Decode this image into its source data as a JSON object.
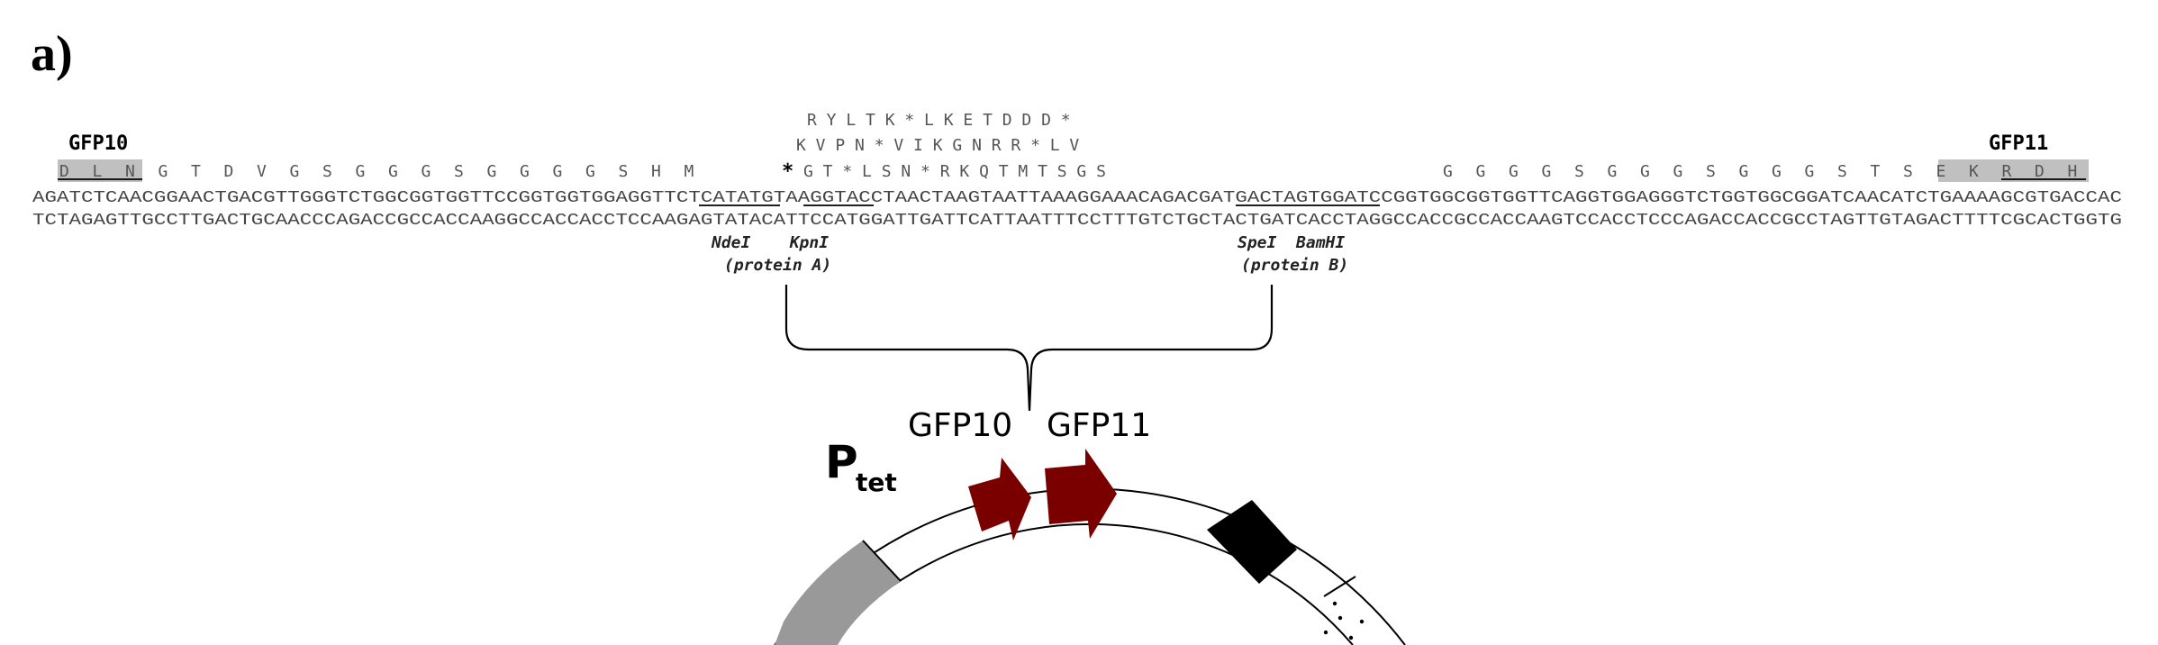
{
  "panel_label": "a)",
  "gfp10_label": "GFP10",
  "gfp11_label": "GFP11",
  "frame_top": "R Y L T K * L K E T D D D *",
  "frame_mid": "K V P N * V I K G N R R * L V",
  "protein_left": [
    "D",
    "L",
    "N",
    "G",
    "T",
    "D",
    "V",
    "G",
    "S",
    "G",
    "G",
    "G",
    "S",
    "G",
    "G",
    "G",
    "G",
    "S",
    "H",
    "M"
  ],
  "stop_mark": "*",
  "protein_center": "G T * L S N * R K Q T M T S G S",
  "protein_right": [
    "G",
    "G",
    "G",
    "G",
    "S",
    "G",
    "G",
    "G",
    "S",
    "G",
    "G",
    "G",
    "S",
    "T",
    "S",
    "E",
    "K",
    "R",
    "D",
    "H"
  ],
  "dna_top": "AGATCTCAACGGAACTGACGTTGGGTCTGGCGGTGGTTCCGGTGGTGGAGGTTCTCATATGTAAGGTACCTAACTAAGTAATTAAAGGAAACAGACGATGACTAGTGGATCCGGTGGCGGTGGTTCAGGTGGAGGGTCTGGTGGCGGATCAACATCTGAAAAGCGTGACCAC",
  "dna_bottom": "TCTAGAGTTGCCTTGACTGCAACCCAGACCGCCACCAAGGCCACCACCTCCAAGAGTATACATTCCATGGATTGATTCATTAATTTCCTTTGTCTGCTACTGATCACCTAGGCCACCGCCACCAAGTCCACCTCCCAGACCACCGCCTAGTTGTAGACTTTTCGCACTGGTG",
  "site_left_line1": "NdeI    KpnI",
  "site_left_line2": "(protein A)",
  "site_right_line1": "SpeI  BamHI",
  "site_right_line2": "(protein B)",
  "plasmid_gfp10": "GFP10",
  "plasmid_gfp11": "GFP11",
  "promoter_main": "P",
  "promoter_sub": "tet",
  "colors": {
    "arrow": "#7a0000",
    "shade": "#c0c0c0",
    "promoter_block": "#999999",
    "black_block": "#000000"
  }
}
